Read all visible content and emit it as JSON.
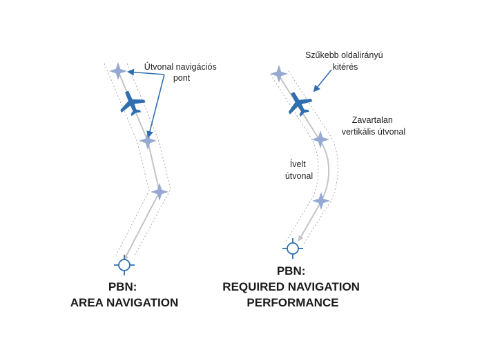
{
  "left_panel": {
    "annotation": [
      "Útvonal navigációs",
      "pont"
    ],
    "caption": [
      "PBN:",
      "AREA NAVIGATION"
    ]
  },
  "right_panel": {
    "annotation_lateral": [
      "Szűkebb oldalirányú",
      "kitérés"
    ],
    "annotation_vertical": [
      "Zavartalan",
      "vertikális útvonal"
    ],
    "annotation_curved": [
      "Ívelt",
      "útvonal"
    ],
    "caption": [
      "PBN:",
      "REQUIRED NAVIGATION",
      "PERFORMANCE"
    ]
  },
  "colors": {
    "aircraft": "#2f6faf",
    "waypoint": "#95a9d3",
    "route": "#c4c4c4",
    "corridor": "#a8a8a8",
    "arrow": "#2f6faf",
    "destination": "#2f6faf"
  },
  "icons": [
    "aircraft-icon",
    "waypoint-star-icon",
    "destination-crosshair-icon"
  ]
}
